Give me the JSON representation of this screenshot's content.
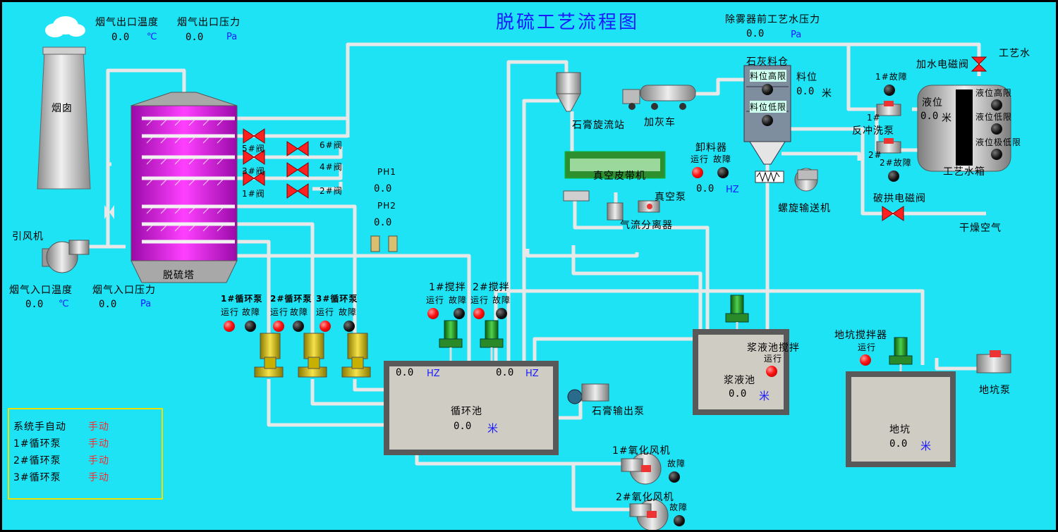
{
  "title": "脱硫工艺流程图",
  "chimney": {
    "label": "烟囱"
  },
  "tower": {
    "label": "脱硫塔"
  },
  "fan": {
    "label": "引风机"
  },
  "outlet": {
    "temp_label": "烟气出口温度",
    "temp_value": "0.0",
    "temp_unit": "℃",
    "press_label": "烟气出口压力",
    "press_value": "0.0",
    "press_unit": "Pa"
  },
  "inlet": {
    "temp_label": "烟气入口温度",
    "temp_value": "0.0",
    "temp_unit": "℃",
    "press_label": "烟气入口压力",
    "press_value": "0.0",
    "press_unit": "Pa"
  },
  "demister": {
    "label": "除雾器前工艺水压力",
    "value": "0.0",
    "unit": "Pa"
  },
  "valves": [
    "5#阀",
    "3#阀",
    "1#阀",
    "6#阀",
    "4#阀",
    "2#阀"
  ],
  "ph": {
    "ph1_label": "PH1",
    "ph1_value": "0.0",
    "ph2_label": "PH2",
    "ph2_value": "0.0"
  },
  "circ_pumps": [
    {
      "name": "1#循环泵",
      "run": "运行",
      "fault": "故障"
    },
    {
      "name": "2#循环泵",
      "run": "运行",
      "fault": "故障"
    },
    {
      "name": "3#循环泵",
      "run": "运行",
      "fault": "故障"
    }
  ],
  "mixers": [
    {
      "name": "1#搅拌",
      "run": "运行",
      "fault": "故障"
    },
    {
      "name": "2#搅拌",
      "run": "运行",
      "fault": "故障"
    }
  ],
  "circ_pool": {
    "label": "循环池",
    "level": "0.0",
    "level_unit": "米",
    "hz1": "0.0",
    "hz2": "0.0",
    "hz_unit": "HZ"
  },
  "gypsum_cyclone": "石膏旋流站",
  "lime_truck": "加灰车",
  "vacuum_belt": "真空皮带机",
  "vacuum_pump": "真空泵",
  "separator": "气流分离器",
  "gypsum_pump": "石膏输出泵",
  "unloader": {
    "label": "卸料器",
    "run": "运行",
    "fault": "故障",
    "value": "0.0",
    "unit": "HZ"
  },
  "silo": {
    "label": "石灰料仓",
    "high": "料位高限",
    "low": "料位低限",
    "level_label": "料位",
    "level_value": "0.0",
    "level_unit": "米"
  },
  "screw": "螺旋输送机",
  "process_water": {
    "label": "工艺水",
    "valve": "加水电磁阀",
    "tank": "工艺水箱",
    "level_label": "液位",
    "level_value": "0.0",
    "level_unit": "米",
    "hi": "液位高限",
    "lo": "液位低限",
    "lolo": "液位极低限"
  },
  "flush_pump": {
    "label": "反冲洗泵",
    "p1": "1#",
    "p1_fault": "1#故障",
    "p2": "2#",
    "p2_fault": "2#故障"
  },
  "arch_valve": "破拱电磁阀",
  "dry_air": "干燥空气",
  "slurry_pool": {
    "mixer": "浆液池搅拌",
    "run": "运行",
    "label": "浆液池",
    "level": "0.0",
    "unit": "米"
  },
  "pit": {
    "mixer": "地坑搅拌器",
    "run": "运行",
    "label": "地坑",
    "level": "0.0",
    "unit": "米",
    "pump": "地坑泵"
  },
  "oxi_fans": [
    {
      "name": "1#氧化风机",
      "fault": "故障"
    },
    {
      "name": "2#氧化风机",
      "fault": "故障"
    }
  ],
  "mode_panel": {
    "rows": [
      {
        "label": "系统手自动",
        "value": "手动"
      },
      {
        "label": "1#循环泵",
        "value": "手动"
      },
      {
        "label": "2#循环泵",
        "value": "手动"
      },
      {
        "label": "3#循环泵",
        "value": "手动"
      }
    ]
  }
}
